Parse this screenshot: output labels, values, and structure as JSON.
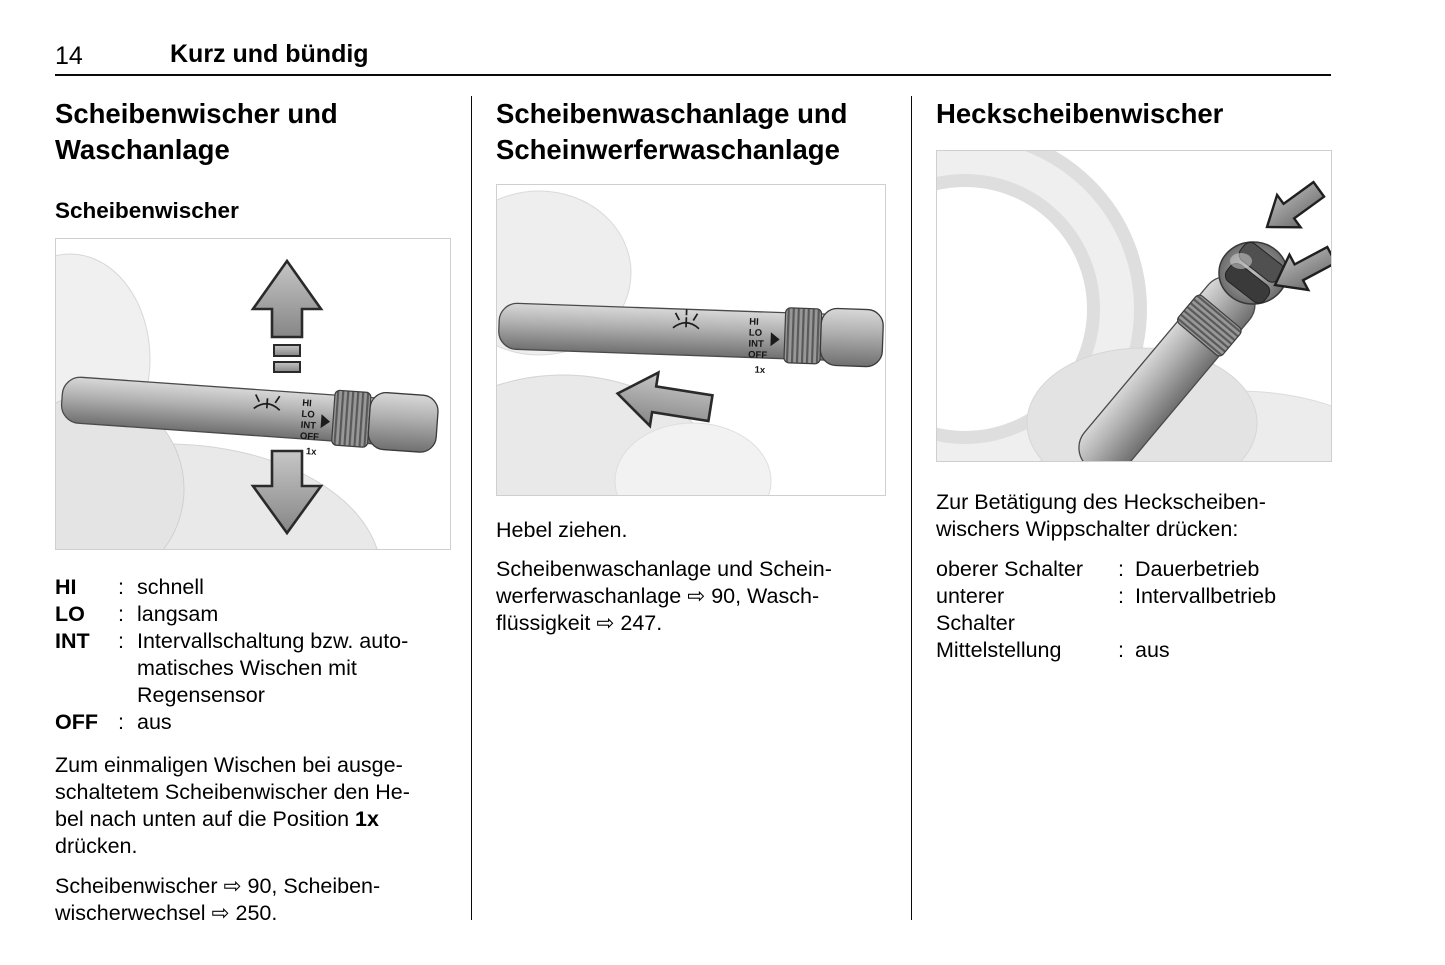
{
  "header": {
    "page_number": "14",
    "chapter_title": "Kurz und bündig"
  },
  "stalk_labels": {
    "hi": "HI",
    "lo": "LO",
    "int": "INT",
    "off": "OFF",
    "once": "1x"
  },
  "col1": {
    "title": "Scheibenwischer und\nWaschanlage",
    "subtitle": "Scheibenwischer",
    "definitions": [
      {
        "term": "HI",
        "colon": ":",
        "text": "schnell"
      },
      {
        "term": "LO",
        "colon": ":",
        "text": "langsam"
      },
      {
        "term": "INT",
        "colon": ":",
        "text": "Intervallschaltung bzw. auto-\nmatisches Wischen mit\nRegensensor"
      },
      {
        "term": "OFF",
        "colon": ":",
        "text": "aus"
      }
    ],
    "para_once_pre": "Zum einmaligen Wischen bei ausge-\nschaltetem Scheibenwischer den He-\nbel nach unten auf die Position ",
    "para_once_bold": "1x",
    "para_once_post": "\ndrücken.",
    "para_refs": "Scheibenwischer ⇨ 90, Scheiben-\nwischerwechsel ⇨ 250."
  },
  "col2": {
    "title": "Scheibenwaschanlage und\nScheinwerferwaschanlage",
    "para_pull": "Hebel ziehen.",
    "para_refs": "Scheibenwaschanlage und Schein-\nwerferwaschanlage ⇨ 90, Wasch-\nflüssigkeit ⇨ 247."
  },
  "col3": {
    "title": "Heckscheibenwischer",
    "para_intro": "Zur Betätigung des Heckscheiben-\nwischers Wippschalter drücken:",
    "definitions": [
      {
        "term": "oberer Schalter",
        "colon": ":",
        "text": "Dauerbetrieb"
      },
      {
        "term": "unterer\nSchalter",
        "colon": ":",
        "text": "Intervallbetrieb"
      },
      {
        "term": "Mittelstellung",
        "colon": ":",
        "text": "aus"
      }
    ]
  }
}
